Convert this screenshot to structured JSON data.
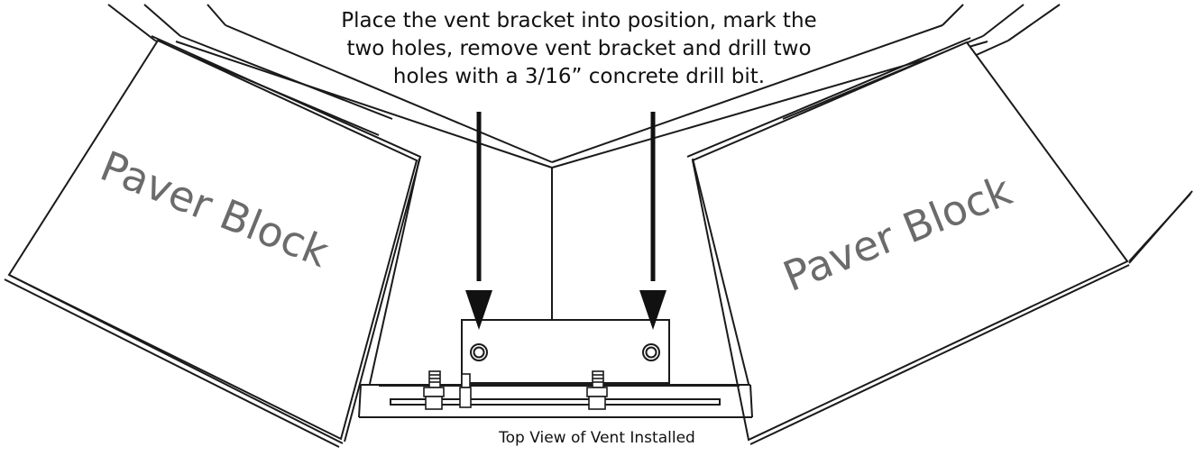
{
  "instruction": {
    "line1": "Place the vent bracket into position, mark the",
    "line2": "two holes, remove vent bracket and drill two",
    "line3": "holes with a 3/16” concrete drill bit."
  },
  "labels": {
    "left_block": "Paver Block",
    "right_block": "Paver Block"
  },
  "caption": "Top View of Vent Installed",
  "colors": {
    "line": "#1a1a1a",
    "label_gray": "#6b6b6b",
    "background": "#ffffff"
  }
}
